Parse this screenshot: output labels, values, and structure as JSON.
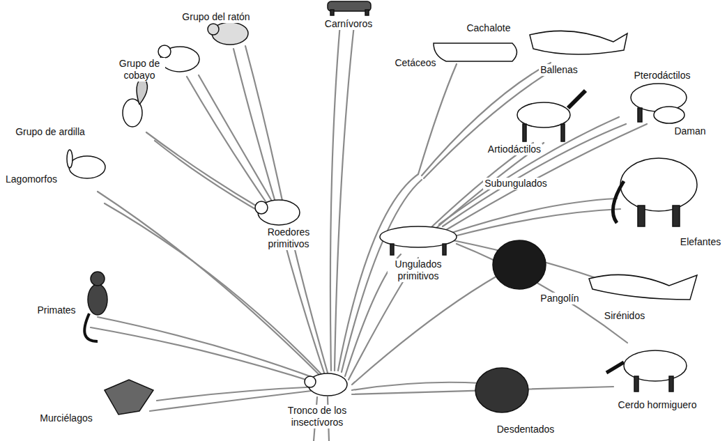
{
  "diagram": {
    "labels": [
      "Carnívoros",
      "Grupo del ratón",
      "Cachalote",
      "Ballenas",
      "Grupo de cobayo",
      "Pterodáctilos",
      "Cetáceos",
      "Artiodáctilos",
      "Daman",
      "Grupo de ardilla",
      "Lagomorfos",
      "Subungulados",
      "Elefantes",
      "Roedores primitivos",
      "Ungulados primitivos",
      "Pangolín",
      "Primates",
      "Sirénidos",
      "Murciélagos",
      "Tronco de los insectívoros",
      "Cerdo hormiguero",
      "Desdentados"
    ]
  }
}
